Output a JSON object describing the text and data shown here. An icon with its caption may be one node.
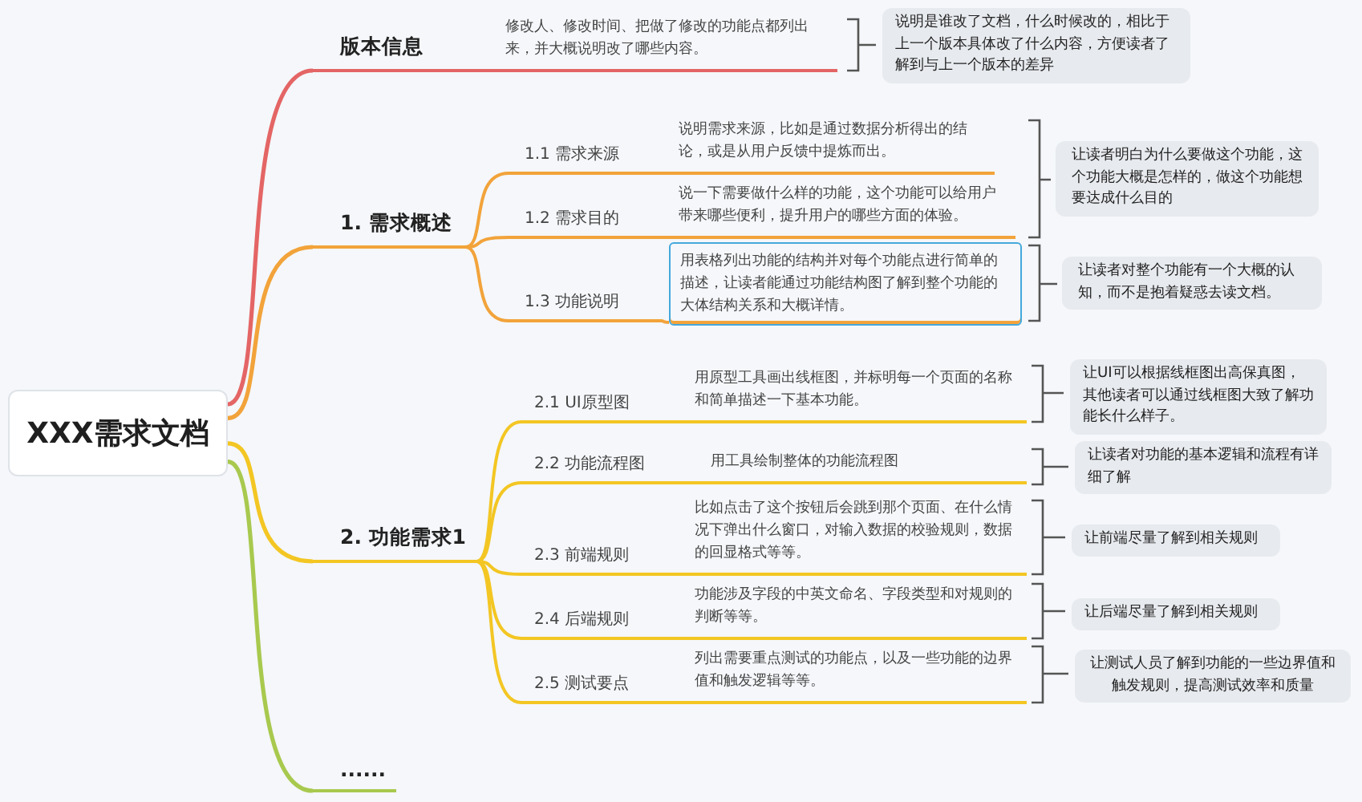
{
  "diagram": {
    "nodes": [
      {
        "text": [
          "XXX需求文档"
        ]
      },
      {
        "text": [
          "版本信息"
        ]
      },
      {
        "text": [
          "修改人、修改时间、把做了修改的功能点都列出来，并大概说明改了哪些内容。"
        ]
      },
      {
        "text": [
          "说明是谁改了文档，什么时候改的，相比于上一个版本具体改了什么内容，方便读者了解到与上一个版本的差异"
        ]
      },
      {
        "text": [
          "1. 需求概述"
        ]
      },
      {
        "text": [
          "1.1 需求来源"
        ]
      },
      {
        "text": [
          "说明需求来源，比如是通过数据分析得出的结论，或是从用户反馈中提炼而出。"
        ]
      },
      {
        "text": [
          "1.2 需求目的"
        ]
      },
      {
        "text": [
          "说一下需要做什么样的功能，这个功能可以给用户带来哪些便利，提升用户的哪些方面的体验。"
        ]
      },
      {
        "text": [
          "1.3 功能说明"
        ]
      },
      {
        "text": [
          "用表格列出功能的结构并对每个功能点进行简单的描述，让读者能通过功能结构图了解到整个功能的大体结构关系和大概详情。"
        ]
      },
      {
        "text": [
          "让读者明白为什么要做这个功能，这个功能大概是怎样的，做这个功能想要达成什么目的"
        ]
      },
      {
        "text": [
          "让读者对整个功能有一个大概的认知，而不是抱着疑惑去读文档。"
        ]
      },
      {
        "text": [
          "2. 功能需求1"
        ]
      },
      {
        "text": [
          "2.1 UI原型图"
        ]
      },
      {
        "text": [
          "用原型工具画出线框图，并标明每一个页面的名称和简单描述一下基本功能。"
        ]
      },
      {
        "text": [
          "让UI可以根据线框图出高保真图，其他读者可以通过线框图大致了解功能长什么样子。"
        ]
      },
      {
        "text": [
          "2.2 功能流程图"
        ]
      },
      {
        "text": [
          "用工具绘制整体的功能流程图"
        ]
      },
      {
        "text": [
          "让读者对功能的基本逻辑和流程有详细了解"
        ]
      },
      {
        "text": [
          "2.3 前端规则"
        ]
      },
      {
        "text": [
          "比如点击了这个按钮后会跳到那个页面、在什么情况下弹出什么窗口，对输入数据的校验规则，数据的回显格式等等。"
        ]
      },
      {
        "text": [
          "让前端尽量了解到相关规则"
        ]
      },
      {
        "text": [
          "2.4 后端规则"
        ]
      },
      {
        "text": [
          "功能涉及字段的中英文命名、字段类型和对规则的判断等等。"
        ]
      },
      {
        "text": [
          "让后端尽量了解到相关规则"
        ]
      },
      {
        "text": [
          "2.5 测试要点"
        ]
      },
      {
        "text": [
          "列出需要重点测试的功能点，以及一些功能的边界值和触发逻辑等等。"
        ]
      },
      {
        "text": [
          "让测试人员了解到功能的一些边界值和触发规则，提高测试效率和质量"
        ]
      },
      {
        "text": [
          "......"
        ]
      }
    ],
    "edges": [
      {
        "from": 0,
        "to": 1,
        "arrow": "none",
        "color": "#e46565"
      },
      {
        "from": 1,
        "to": 2,
        "arrow": "none",
        "color": "#e46565"
      },
      {
        "from": 0,
        "to": 4,
        "arrow": "none",
        "color": "#f2a33a"
      },
      {
        "from": 4,
        "to": 5,
        "arrow": "none",
        "color": "#f2a33a"
      },
      {
        "from": 5,
        "to": 6,
        "arrow": "none",
        "color": "#f2a33a"
      },
      {
        "from": 4,
        "to": 7,
        "arrow": "none",
        "color": "#f2a33a"
      },
      {
        "from": 7,
        "to": 8,
        "arrow": "none",
        "color": "#f2a33a"
      },
      {
        "from": 4,
        "to": 9,
        "arrow": "none",
        "color": "#f2a33a"
      },
      {
        "from": 9,
        "to": 10,
        "arrow": "none",
        "color": "#f2a33a"
      },
      {
        "from": 0,
        "to": 13,
        "arrow": "none"
      },
      {
        "from": 13,
        "to": 14,
        "arrow": "none"
      },
      {
        "from": 14,
        "to": 15,
        "arrow": "none"
      },
      {
        "from": 13,
        "to": 17,
        "arrow": "none"
      },
      {
        "from": 17,
        "to": 18,
        "arrow": "none"
      },
      {
        "from": 13,
        "to": 20,
        "arrow": "none"
      },
      {
        "from": 20,
        "to": 21,
        "arrow": "none"
      },
      {
        "from": 13,
        "to": 23,
        "arrow": "none"
      },
      {
        "from": 23,
        "to": 24,
        "arrow": "none"
      },
      {
        "from": 13,
        "to": 26,
        "arrow": "none"
      },
      {
        "from": 26,
        "to": 27,
        "arrow": "none"
      },
      {
        "from": 0,
        "to": 29,
        "arrow": "none",
        "color": "#a8c94e"
      }
    ]
  }
}
